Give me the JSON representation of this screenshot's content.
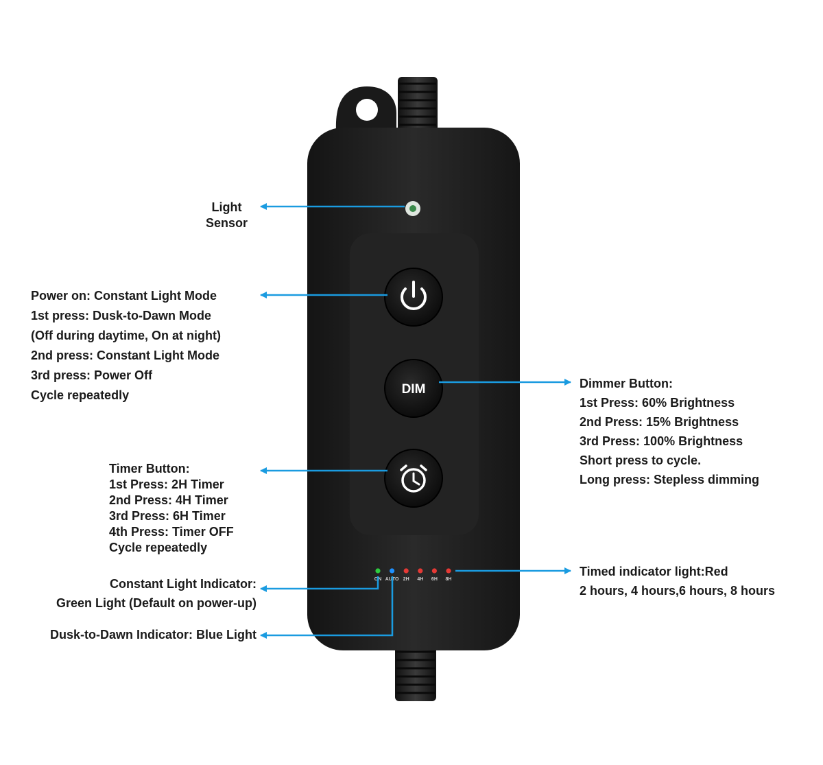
{
  "device": {
    "dim_label": "DIM",
    "indicator_labels": [
      "ON",
      "AUTO",
      "2H",
      "4H",
      "6H",
      "8H"
    ],
    "indicator_colors": [
      "#2ecc40",
      "#1e90ff",
      "#e53935",
      "#e53935",
      "#e53935",
      "#e53935"
    ]
  },
  "annotations": {
    "light_sensor": [
      "Light",
      "Sensor"
    ],
    "power_button": [
      "Power on: Constant Light Mode",
      "1st press: Dusk-to-Dawn Mode",
      "(Off during daytime, On at night)",
      "2nd press: Constant Light Mode",
      "3rd press: Power Off",
      "Cycle repeatedly"
    ],
    "dimmer_button": [
      "Dimmer Button:",
      "1st Press: 60% Brightness",
      "2nd Press: 15% Brightness",
      "3rd Press: 100% Brightness",
      "Short press to cycle.",
      "Long press: Stepless dimming"
    ],
    "timer_button": [
      "Timer Button:",
      "1st Press: 2H Timer",
      "2nd Press: 4H Timer",
      "3rd Press: 6H Timer",
      "4th Press: Timer OFF",
      "Cycle repeatedly"
    ],
    "constant_indicator": [
      "Constant Light Indicator:",
      "Green Light (Default on power-up)"
    ],
    "timed_indicator": [
      "Timed indicator light:Red",
      "2 hours, 4 hours,6 hours, 8 hours"
    ],
    "dusk_indicator": [
      "Dusk-to-Dawn Indicator: Blue Light"
    ]
  },
  "colors": {
    "arrow": "#1a9be0",
    "device_body": "#1c1c1c",
    "button": "#141414"
  }
}
